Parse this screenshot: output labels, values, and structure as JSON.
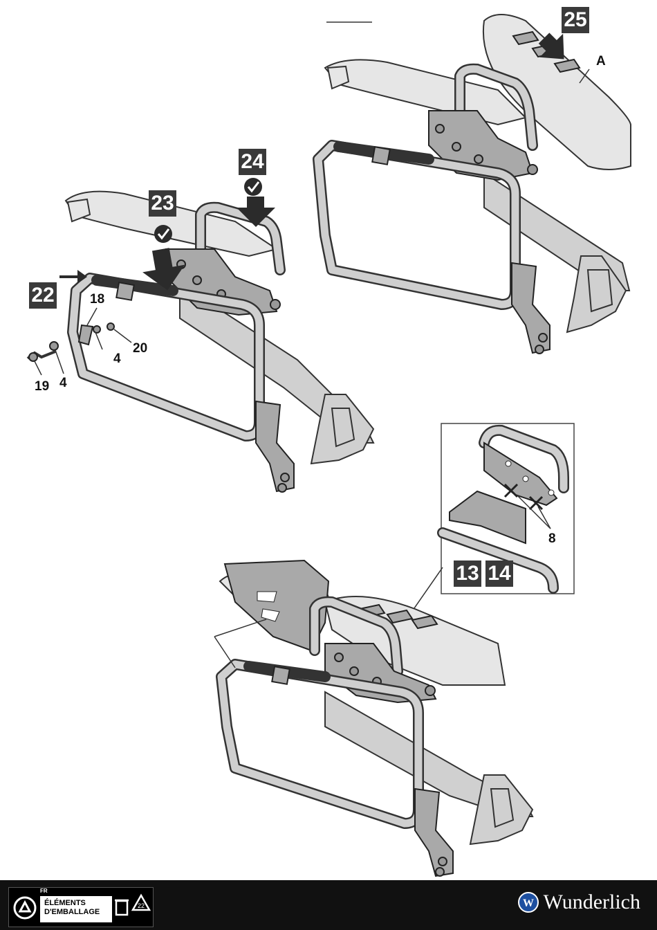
{
  "steps": {
    "s25": "25",
    "s24": "24",
    "s23": "23",
    "s22": "22",
    "s13": "13",
    "s14": "14"
  },
  "callouts": {
    "a": "A",
    "n18": "18",
    "n4a": "4",
    "n20": "20",
    "n19": "19",
    "n4b": "4",
    "n8": "8"
  },
  "footer": {
    "country": "FR",
    "packaging_line1": "ÉLÉMENTS",
    "packaging_line2": "D'EMBALLAGE",
    "brand": "Wunderlich",
    "brand_mark": "W"
  },
  "colors": {
    "accent": "#3a3a3a",
    "footer_bg": "#111111",
    "part_fill": "#b5b5b5",
    "frame_fill": "#c8c8c8"
  },
  "icons": [
    "checkmark-icon",
    "arrow-icon",
    "recycle-icon",
    "bin-icon",
    "wunderlich-logo-icon"
  ]
}
